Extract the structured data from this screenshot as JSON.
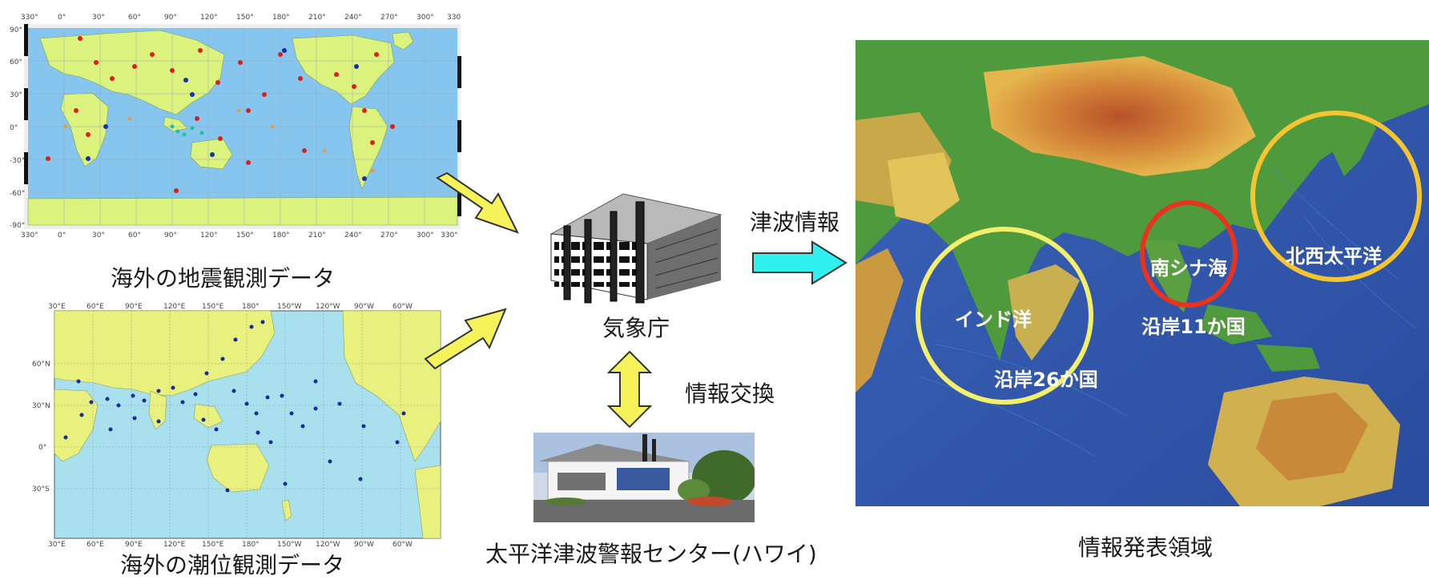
{
  "captions": {
    "seismic": "海外の地震観測データ",
    "tide": "海外の潮位観測データ",
    "jma": "気象庁",
    "ptwc": "太平洋津波警報センター(ハワイ)",
    "area": "情報発表領域",
    "tsunami_info": "津波情報",
    "exchange": "情報交換"
  },
  "map_labels": {
    "indian_ocean": "インド洋",
    "indian_coast": "沿岸26か国",
    "scs": "南シナ海",
    "scs_coast": "沿岸11か国",
    "nw_pacific": "北西太平洋"
  },
  "seismic_map": {
    "top_ticks": [
      "330°",
      "0°",
      "30°",
      "60°",
      "90°",
      "120°",
      "150°",
      "180°",
      "210°",
      "240°",
      "270°",
      "300°",
      "330°"
    ],
    "bottom_ticks": [
      "330°",
      "0°",
      "30°",
      "60°",
      "90°",
      "120°",
      "150°",
      "180°",
      "210°",
      "240°",
      "270°",
      "300°",
      "330°"
    ],
    "lat_ticks": [
      "90°",
      "60°",
      "30°",
      "0°",
      "-30°",
      "-60°",
      "-90°"
    ]
  },
  "tide_map": {
    "top_ticks": [
      "30°E",
      "60°E",
      "90°E",
      "120°E",
      "150°E",
      "180°",
      "150°W",
      "120°W",
      "90°W",
      "60°W"
    ],
    "lat_ticks": [
      "60°N",
      "30°N",
      "0°",
      "30°S"
    ]
  },
  "colors": {
    "ocean": "#87c7ec",
    "land": "#dcf27e",
    "arrow_yellow": "#f6f25a",
    "arrow_cyan": "#33f0f0",
    "circle_yellow": "#f3ef6a",
    "circle_red": "#e8331f",
    "circle_orange": "#f5c531"
  }
}
